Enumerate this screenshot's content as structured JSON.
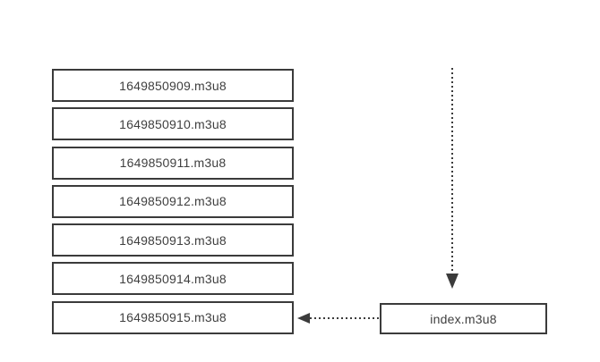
{
  "diagram": {
    "segments": [
      {
        "label": "1649850909.m3u8"
      },
      {
        "label": "1649850910.m3u8"
      },
      {
        "label": "1649850911.m3u8"
      },
      {
        "label": "1649850912.m3u8"
      },
      {
        "label": "1649850913.m3u8"
      },
      {
        "label": "1649850914.m3u8"
      },
      {
        "label": "1649850915.m3u8"
      }
    ],
    "index_file": {
      "label": "index.m3u8"
    },
    "colors": {
      "line": "#3b3b3b",
      "text": "#3f3f3f",
      "background": "#ffffff"
    }
  }
}
